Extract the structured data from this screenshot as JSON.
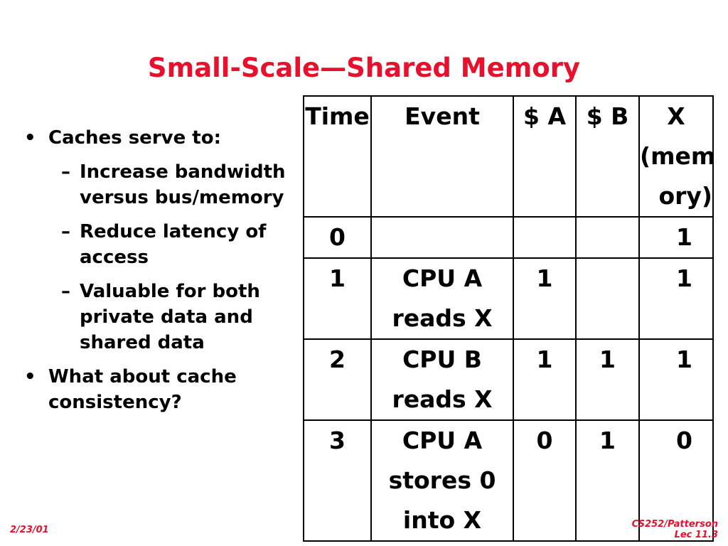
{
  "slide": {
    "title": "Small-Scale—Shared Memory"
  },
  "bullets": {
    "b1": "Caches serve to:",
    "s1": "Increase bandwidth versus bus/memory",
    "s2": "Reduce latency of access",
    "s3": "Valuable for both private data and shared data",
    "b2": "What about cache consistency?"
  },
  "table": {
    "headers": {
      "time": "Time",
      "event": "Event",
      "cache_a": "$ A",
      "cache_b": "$ B",
      "x_line1": "X",
      "x_line2": "(mem",
      "x_line3": "ory)"
    },
    "rows": [
      {
        "time": "0",
        "event_l1": "",
        "event_l2": "",
        "event_l3": "",
        "cache_a": "",
        "cache_b": "",
        "x": "1"
      },
      {
        "time": "1",
        "event_l1": "CPU A",
        "event_l2": "reads X",
        "event_l3": "",
        "cache_a": "1",
        "cache_b": "",
        "x": "1"
      },
      {
        "time": "2",
        "event_l1": "CPU B",
        "event_l2": "reads X",
        "event_l3": "",
        "cache_a": "1",
        "cache_b": "1",
        "x": "1"
      },
      {
        "time": "3",
        "event_l1": "CPU A",
        "event_l2": "stores 0",
        "event_l3": "into X",
        "cache_a": "0",
        "cache_b": "1",
        "x": "0"
      }
    ]
  },
  "footer": {
    "date": "2/23/01",
    "course": "CS252/Patterson",
    "lecture": "Lec 11.3"
  },
  "colors": {
    "title": "#e8112d",
    "text": "#000000",
    "background": "#ffffff"
  }
}
